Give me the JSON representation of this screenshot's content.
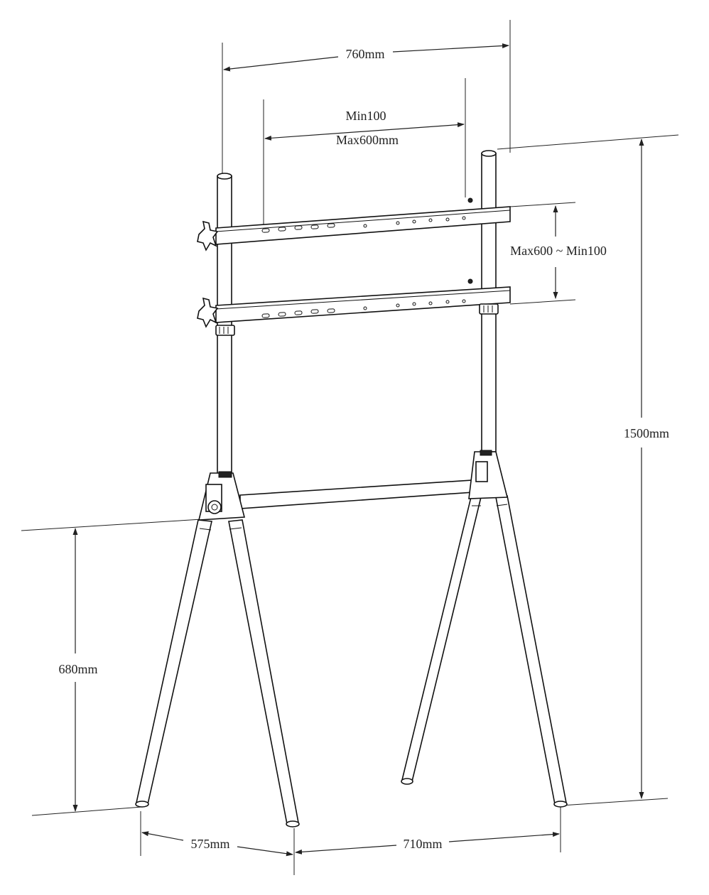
{
  "dimensions": {
    "total_width": "760mm",
    "vesa_horizontal_min": "Min100",
    "vesa_horizontal_max": "Max600mm",
    "vesa_vertical": "Max600 ~ Min100",
    "total_height": "1500mm",
    "leg_height": "680mm",
    "leg_span_side": "575mm",
    "leg_span_front": "710mm"
  }
}
